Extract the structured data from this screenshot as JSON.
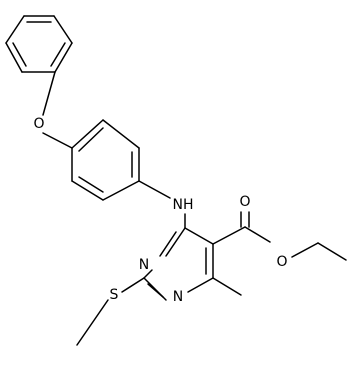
{
  "diagram": {
    "type": "chemical-structure",
    "line_color": "#000000",
    "background_color": "#ffffff",
    "atom_labels": {
      "ether_oxygen": "O",
      "amine": "NH",
      "ester_carbonyl_oxygen": "O",
      "ester_alkoxy_oxygen": "O",
      "ring_nitrogen_upper": "N",
      "ring_nitrogen_lower": "N",
      "sulfur": "S"
    }
  }
}
